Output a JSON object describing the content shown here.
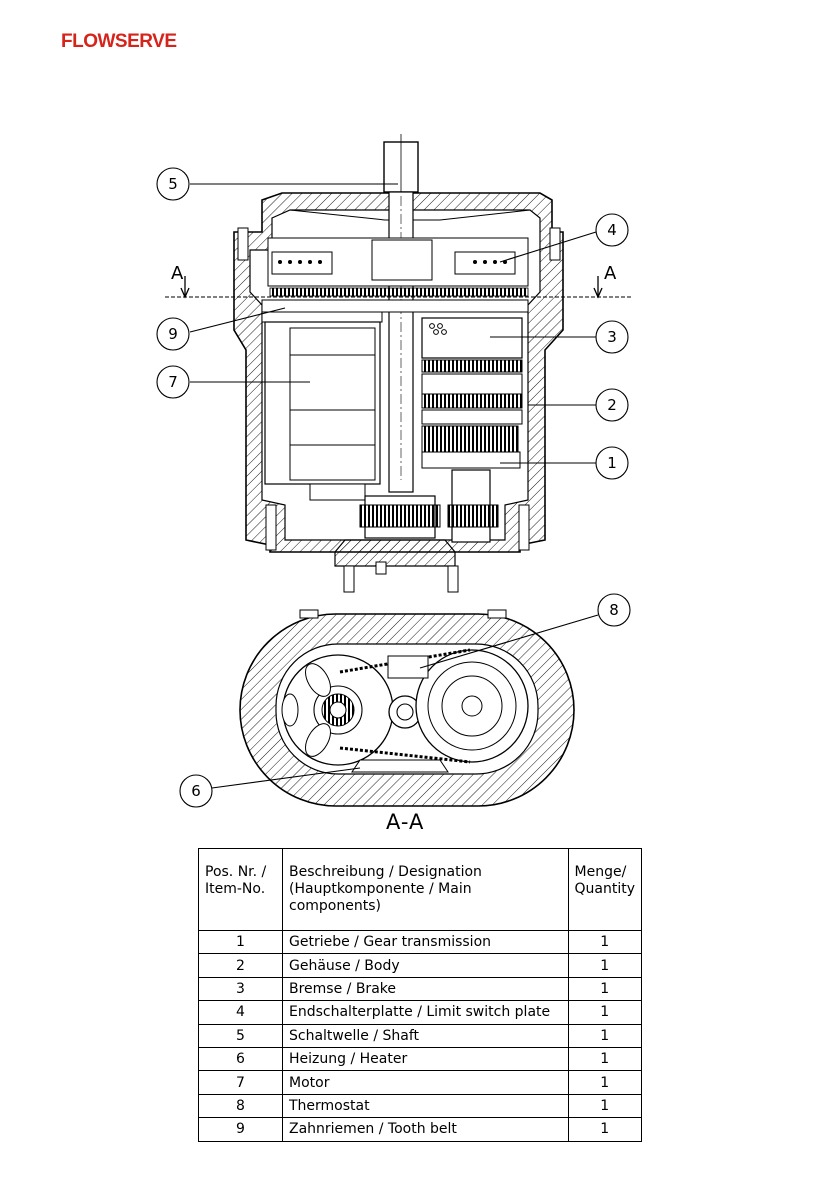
{
  "brand": {
    "name": "FLOWSERVE",
    "color": "#d6231b"
  },
  "drawing": {
    "callouts": [
      "5",
      "4",
      "9",
      "3",
      "7",
      "2",
      "1",
      "8",
      "6"
    ],
    "section_marker": "A",
    "section_title": "A-A"
  },
  "table": {
    "headers": {
      "pos": [
        "Pos. Nr. /",
        "Item-No."
      ],
      "desc": [
        "Beschreibung / Designation",
        "(Hauptkomponente / Main components)"
      ],
      "qty": [
        "Menge/",
        "Quantity"
      ]
    },
    "rows": [
      {
        "pos": "1",
        "desc": "Getriebe / Gear transmission",
        "qty": "1"
      },
      {
        "pos": "2",
        "desc": "Gehäuse / Body",
        "qty": "1"
      },
      {
        "pos": "3",
        "desc": "Bremse / Brake",
        "qty": "1"
      },
      {
        "pos": "4",
        "desc": "Endschalterplatte / Limit switch plate",
        "qty": "1"
      },
      {
        "pos": "5",
        "desc": "Schaltwelle / Shaft",
        "qty": "1"
      },
      {
        "pos": "6",
        "desc": "Heizung / Heater",
        "qty": "1"
      },
      {
        "pos": "7",
        "desc": "Motor",
        "qty": "1"
      },
      {
        "pos": "8",
        "desc": "Thermostat",
        "qty": "1"
      },
      {
        "pos": "9",
        "desc": "Zahnriemen / Tooth belt",
        "qty": "1"
      }
    ]
  }
}
